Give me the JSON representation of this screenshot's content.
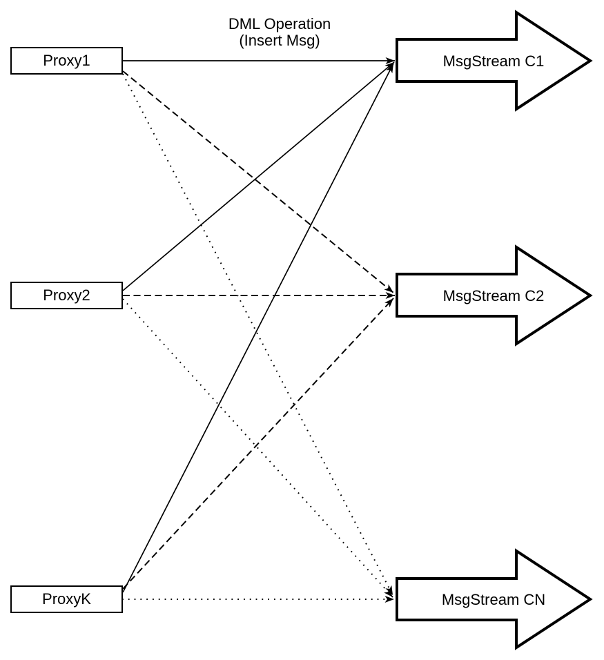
{
  "annotation": {
    "line1": "DML Operation",
    "line2": "(Insert Msg)"
  },
  "proxies": [
    {
      "label": "Proxy1"
    },
    {
      "label": "Proxy2"
    },
    {
      "label": "ProxyK"
    }
  ],
  "streams": [
    {
      "label": "MsgStream C1"
    },
    {
      "label": "MsgStream C2"
    },
    {
      "label": "MsgStream CN"
    }
  ],
  "edges": [
    {
      "from": "Proxy1",
      "to": "MsgStream C1",
      "style": "solid"
    },
    {
      "from": "Proxy1",
      "to": "MsgStream C2",
      "style": "dashed"
    },
    {
      "from": "Proxy1",
      "to": "MsgStream CN",
      "style": "dotted"
    },
    {
      "from": "Proxy2",
      "to": "MsgStream C1",
      "style": "solid"
    },
    {
      "from": "Proxy2",
      "to": "MsgStream C2",
      "style": "dashed"
    },
    {
      "from": "Proxy2",
      "to": "MsgStream CN",
      "style": "dotted"
    },
    {
      "from": "ProxyK",
      "to": "MsgStream C1",
      "style": "solid"
    },
    {
      "from": "ProxyK",
      "to": "MsgStream C2",
      "style": "dashed"
    },
    {
      "from": "ProxyK",
      "to": "MsgStream CN",
      "style": "dotted"
    }
  ],
  "colors": {
    "stroke": "#000000",
    "fill": "#ffffff"
  }
}
